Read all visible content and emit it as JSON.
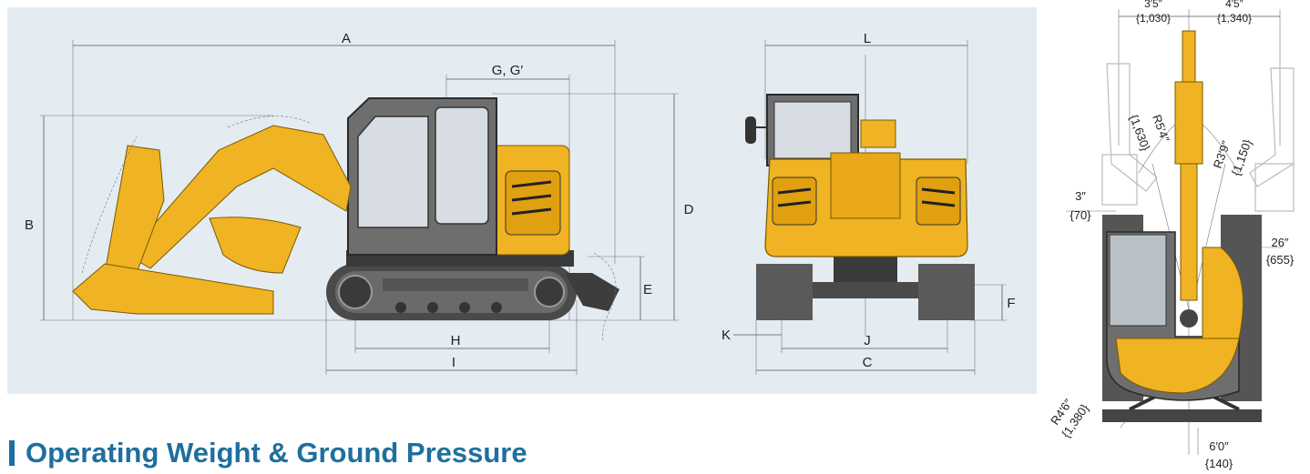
{
  "side_view": {
    "labels": {
      "a": "A",
      "b": "B",
      "d": "D",
      "e": "E",
      "g": "G, G′",
      "h": "H",
      "i": "I"
    }
  },
  "rear_view": {
    "labels": {
      "c": "C",
      "f": "F",
      "j": "J",
      "k": "K",
      "l": "L"
    }
  },
  "top_view": {
    "labels": {
      "top_left_ft": "3′5″",
      "top_left_mm": "{1,030}",
      "top_right_ft": "4′5″",
      "top_right_mm": "{1,340}",
      "r1_ft": "R5′4″",
      "r1_mm": "{1,630}",
      "r2_ft": "R3′9″",
      "r2_mm": "{1,150}",
      "offset_ft": "3″",
      "offset_mm": "{70}",
      "track_ft": "26″",
      "track_mm": "{655}",
      "r3_ft": "R4′6″",
      "r3_mm": "{1,380}",
      "bottom_ft": "6′0″",
      "bottom_mm": "{140}"
    }
  },
  "section_heading": "Operating Weight & Ground Pressure",
  "colors": {
    "panel": "#e4ecf2",
    "machine_yellow": "#f0b323",
    "cab_gray": "#6e6e6e",
    "track": "#4a4a4a",
    "heading": "#1f6f9e"
  }
}
